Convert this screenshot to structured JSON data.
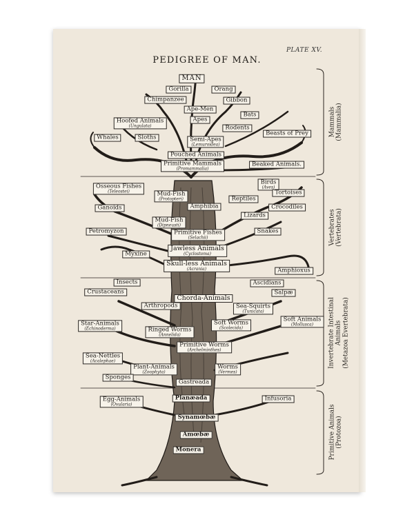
{
  "plate": "PLATE XV.",
  "title": "PEDIGREE OF MAN.",
  "groups": [
    {
      "key": "mammals",
      "line1": "Mammals",
      "line2": "(Mammalia)"
    },
    {
      "key": "vertebrates",
      "line1": "Vertebrates",
      "line2": "(Vertebrata)"
    },
    {
      "key": "invertebrates",
      "line1": "Invertebrate Intestinal",
      "line2": "Animals",
      "line3": "(Metazoa Evertebrata)"
    },
    {
      "key": "primitive",
      "line1": "Primitive Animals",
      "line2": "(Protozoa)"
    }
  ],
  "labels": {
    "man": {
      "main": "MAN"
    },
    "gorilla": {
      "main": "Gorilla"
    },
    "orang": {
      "main": "Orang"
    },
    "chimpanzee": {
      "main": "Chimpanzee"
    },
    "gibbon": {
      "main": "Gibbon"
    },
    "ape_men": {
      "main": "Ape-Men"
    },
    "apes": {
      "main": "Apes"
    },
    "bats": {
      "main": "Bats"
    },
    "hoofed": {
      "main": "Hoofed Animals",
      "sub": "(Ungulata)"
    },
    "rodents": {
      "main": "Rodents"
    },
    "beasts": {
      "main": "Beasts of Prey"
    },
    "whales": {
      "main": "Whales"
    },
    "sloths": {
      "main": "Sloths"
    },
    "semi_apes": {
      "main": "Semi-Apes",
      "sub": "(Lemuroidea)"
    },
    "pouched": {
      "main": "Pouched Animals"
    },
    "primitive_mammals": {
      "main": "Primitive Mammals",
      "sub": "(Promammalia)"
    },
    "beaked": {
      "main": "Beaked Animals."
    },
    "osseous": {
      "main": "Osseous Fishes",
      "sub": "(Teleostei)"
    },
    "birds": {
      "main": "Birds",
      "sub": "(Aves)"
    },
    "tortoises": {
      "main": "Tortoises"
    },
    "mudfish1": {
      "main": "Mud-Fish",
      "sub": "(Protopteri)"
    },
    "reptiles": {
      "main": "Reptiles"
    },
    "ganoids": {
      "main": "Ganoids"
    },
    "amphibia": {
      "main": "Amphibia"
    },
    "crocodiles": {
      "main": "Crocodiles"
    },
    "lizards": {
      "main": "Lizards"
    },
    "mudfish2": {
      "main": "Mud-Fish",
      "sub": "(Dipneusti)"
    },
    "snakes": {
      "main": "Snakes"
    },
    "petromyzon": {
      "main": "Petromyzon"
    },
    "primitive_fishes": {
      "main": "Primitive Fishes",
      "sub": "(Selachii)"
    },
    "jawless": {
      "main": "Jawless Animals",
      "sub": "(Cyclostoma)"
    },
    "myxine": {
      "main": "Myxine"
    },
    "skullless": {
      "main": "Skull-less Animals",
      "sub": "(Acrania)"
    },
    "amphioxus": {
      "main": "Amphioxus"
    },
    "insects": {
      "main": "Insects"
    },
    "ascidians": {
      "main": "Ascidians"
    },
    "crustaceans": {
      "main": "Crustaceans"
    },
    "salpae": {
      "main": "Salpæ"
    },
    "chorda": {
      "main": "Chorda-Animals"
    },
    "arthropods": {
      "main": "Arthropods"
    },
    "sea_squirts": {
      "main": "Sea-Squirts",
      "sub": "(Tunicata)"
    },
    "star": {
      "main": "Star-Animals",
      "sub": "(Echinoderma)"
    },
    "soft_worms": {
      "main": "Soft Worms",
      "sub": "(Scolecida)"
    },
    "soft_animals": {
      "main": "Soft Animals",
      "sub": "(Mollusca)"
    },
    "ringed": {
      "main": "Ringed Worms",
      "sub": "(Annelida)"
    },
    "primitive_worms": {
      "main": "Primitive Worms",
      "sub": "(Archelminthes)"
    },
    "sea_nettles": {
      "main": "Sea-Nettles",
      "sub": "(Acalephae)"
    },
    "plant_animals": {
      "main": "Plant-Animals",
      "sub": "(Zoophyta)"
    },
    "worms": {
      "main": "Worms",
      "sub": "(Vermes)"
    },
    "sponges": {
      "main": "Sponges"
    },
    "gastreada": {
      "main": "Gastreada"
    },
    "egg_animals": {
      "main": "Egg-Animals",
      "sub": "(Ovularia)"
    },
    "planaeada": {
      "main": "Planæada"
    },
    "infusoria": {
      "main": "Infusoria"
    },
    "synamoebae": {
      "main": "Synamœbæ"
    },
    "amoebae": {
      "main": "Amœbæ"
    },
    "monera": {
      "main": "Monera"
    }
  }
}
